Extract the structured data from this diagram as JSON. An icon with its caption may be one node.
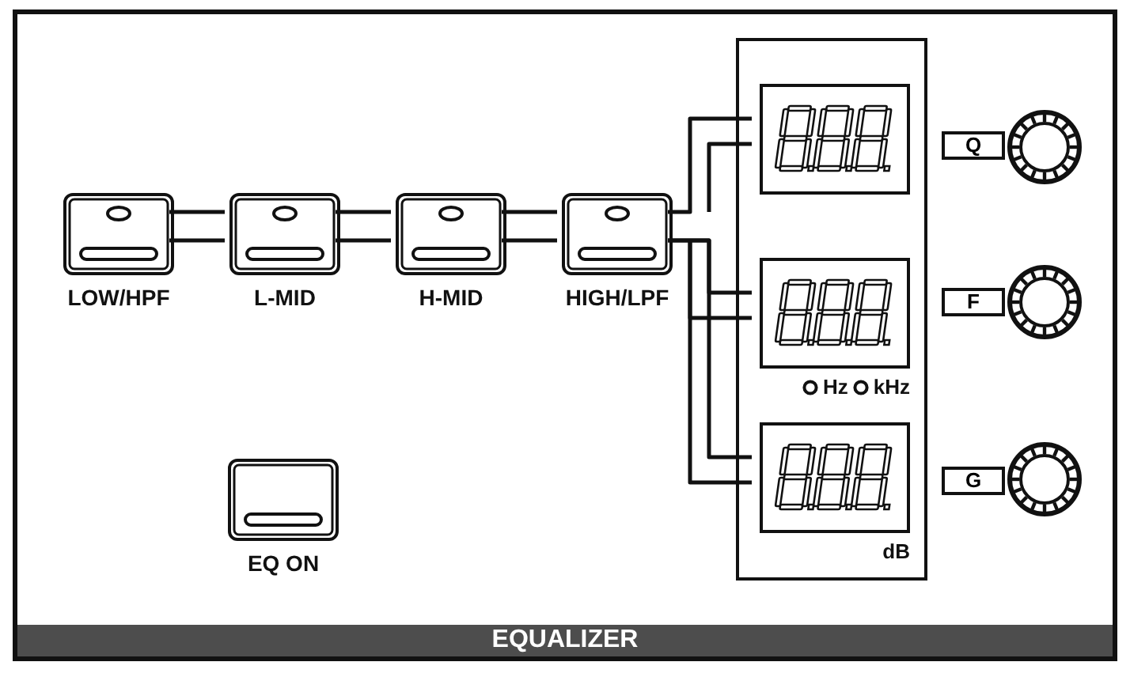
{
  "diagram": {
    "nodes": [
      {
        "text": [
          "EQUALIZER"
        ]
      },
      {
        "text": [
          "LOW/HPF"
        ],
        "in": 0
      },
      {
        "text": [
          "L-MID"
        ],
        "in": 0
      },
      {
        "text": [
          "H-MID"
        ],
        "in": 0
      },
      {
        "text": [
          "HIGH/LPF"
        ],
        "in": 0
      },
      {
        "text": [],
        "shape": "box",
        "in": 0
      },
      {
        "text": [],
        "shape": "box",
        "in": 5
      },
      {
        "text": [],
        "shape": "box",
        "in": 5,
        "beside": [
          "Hz",
          "kHz"
        ]
      },
      {
        "text": [],
        "shape": "box",
        "in": 5,
        "beside": [
          "dB"
        ]
      },
      {
        "text": [
          "Q"
        ],
        "in": 0
      },
      {
        "text": [],
        "shape": "circle",
        "in": 0
      },
      {
        "text": [
          "F"
        ],
        "in": 0
      },
      {
        "text": [],
        "shape": "circle",
        "in": 0
      },
      {
        "text": [
          "G"
        ],
        "in": 0
      },
      {
        "text": [],
        "shape": "circle",
        "in": 0
      },
      {
        "text": [
          "EQ ON"
        ],
        "in": 0
      }
    ],
    "edges": [
      {
        "from": 1,
        "to": 2,
        "arrow": "none"
      },
      {
        "from": 2,
        "to": 3,
        "arrow": "none"
      },
      {
        "from": 3,
        "to": 4,
        "arrow": "none"
      },
      {
        "from": 4,
        "to": 6,
        "arrow": "none"
      },
      {
        "from": 4,
        "to": 7,
        "arrow": "none"
      },
      {
        "from": 4,
        "to": 8,
        "arrow": "none"
      }
    ]
  }
}
